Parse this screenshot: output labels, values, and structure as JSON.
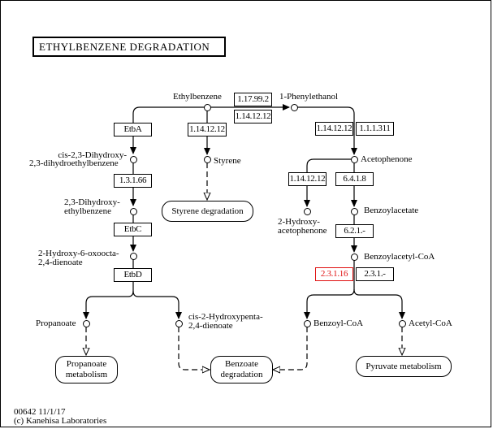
{
  "title": "ETHYLBENZENE DEGRADATION",
  "colors": {
    "highlight_enzyme": "#e01010",
    "line": "#000000"
  },
  "compounds": {
    "ethylbenzene": "Ethylbenzene",
    "phenylethanol": "1-Phenylethanol",
    "acetophenone": "Acetophenone",
    "styrene": "Styrene",
    "cis_dihydroxy_1": "cis-2,3-Dihydroxy-",
    "cis_dihydroxy_2": "2,3-dihydroethylbenzene",
    "dihydroxy_eb_1": "2,3-Dihydroxy-",
    "dihydroxy_eb_2": "ethylbenzene",
    "hydroxy_oxoocta_1": "2-Hydroxy-6-oxoocta-",
    "hydroxy_oxoocta_2": "2,4-dienoate",
    "hydroxyacetophenone_1": "2-Hydroxy-",
    "hydroxyacetophenone_2": "acetophenone",
    "benzoylacetate": "Benzoylacetate",
    "benzoylacetyl_coa": "Benzoylacetyl-CoA",
    "propanoate": "Propanoate",
    "hydroxypenta_1": "cis-2-Hydroxypenta-",
    "hydroxypenta_2": "2,4-dienoate",
    "benzoyl_coa": "Benzoyl-CoA",
    "acetyl_coa": "Acetyl-CoA"
  },
  "enzymes": {
    "e_1_17_99_2": "1.17.99.2",
    "e_1_14_12_12_a": "1.14.12.12",
    "e_1_14_12_12_b": "1.14.12.12",
    "e_1_14_12_12_c": "1.14.12.12",
    "e_1_14_12_12_d": "1.14.12.12",
    "e_1_1_1_311": "1.1.1.311",
    "etbA": "EtbA",
    "e_1_3_1_66": "1.3.1.66",
    "etbC": "EtbC",
    "etbD": "EtbD",
    "e_6_4_1_8": "6.4.1.8",
    "e_6_2_1": "6.2.1.-",
    "e_2_3_1_16": "2.3.1.16",
    "e_2_3_1": "2.3.1.-"
  },
  "maps": {
    "styrene_degradation": "Styrene degradation",
    "propanoate_metabolism_1": "Propanoate",
    "propanoate_metabolism_2": "metabolism",
    "benzoate_degradation_1": "Benzoate",
    "benzoate_degradation_2": "degradation",
    "pyruvate_metabolism": "Pyruvate metabolism"
  },
  "footer": {
    "map_id_date": "00642 11/1/17",
    "copyright": "(c) Kanehisa Laboratories"
  }
}
